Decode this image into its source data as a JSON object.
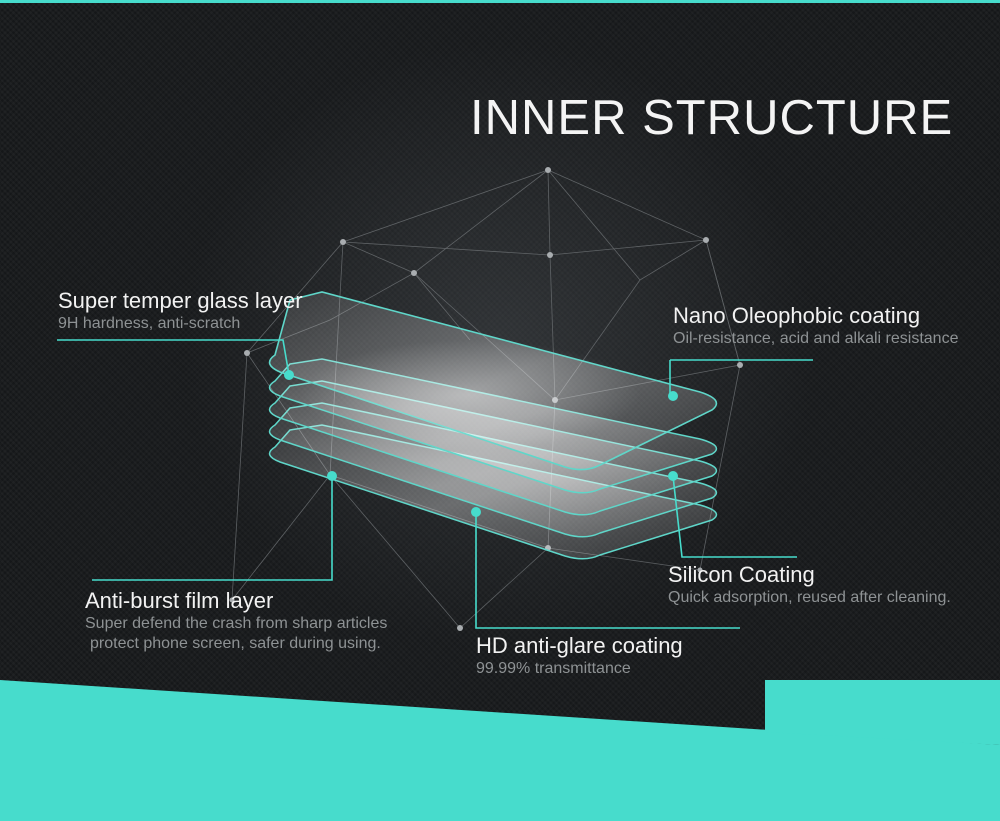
{
  "title": "INNER STRUCTURE",
  "labels": {
    "glass": {
      "title": "Super temper glass layer",
      "subtitle": "9H hardness, anti-scratch"
    },
    "nano": {
      "title": "Nano Oleophobic coating",
      "subtitle": "Oil-resistance, acid and alkali resistance"
    },
    "silicon": {
      "title": "Silicon Coating",
      "subtitle": "Quick adsorption, reused after cleaning."
    },
    "antiburst": {
      "title": "Anti-burst film layer",
      "subtitle_line1": "Super defend the crash from sharp articles",
      "subtitle_line2": "protect phone screen, safer during using."
    },
    "hd": {
      "title": "HD anti-glare coating",
      "subtitle": "99.99% transmittance"
    }
  },
  "colors": {
    "accent": "#47dccc",
    "background": "#17191b",
    "text": "#f2f2f2",
    "subtext": "#8e9294"
  },
  "icons": [
    "callout-dot-icon"
  ]
}
